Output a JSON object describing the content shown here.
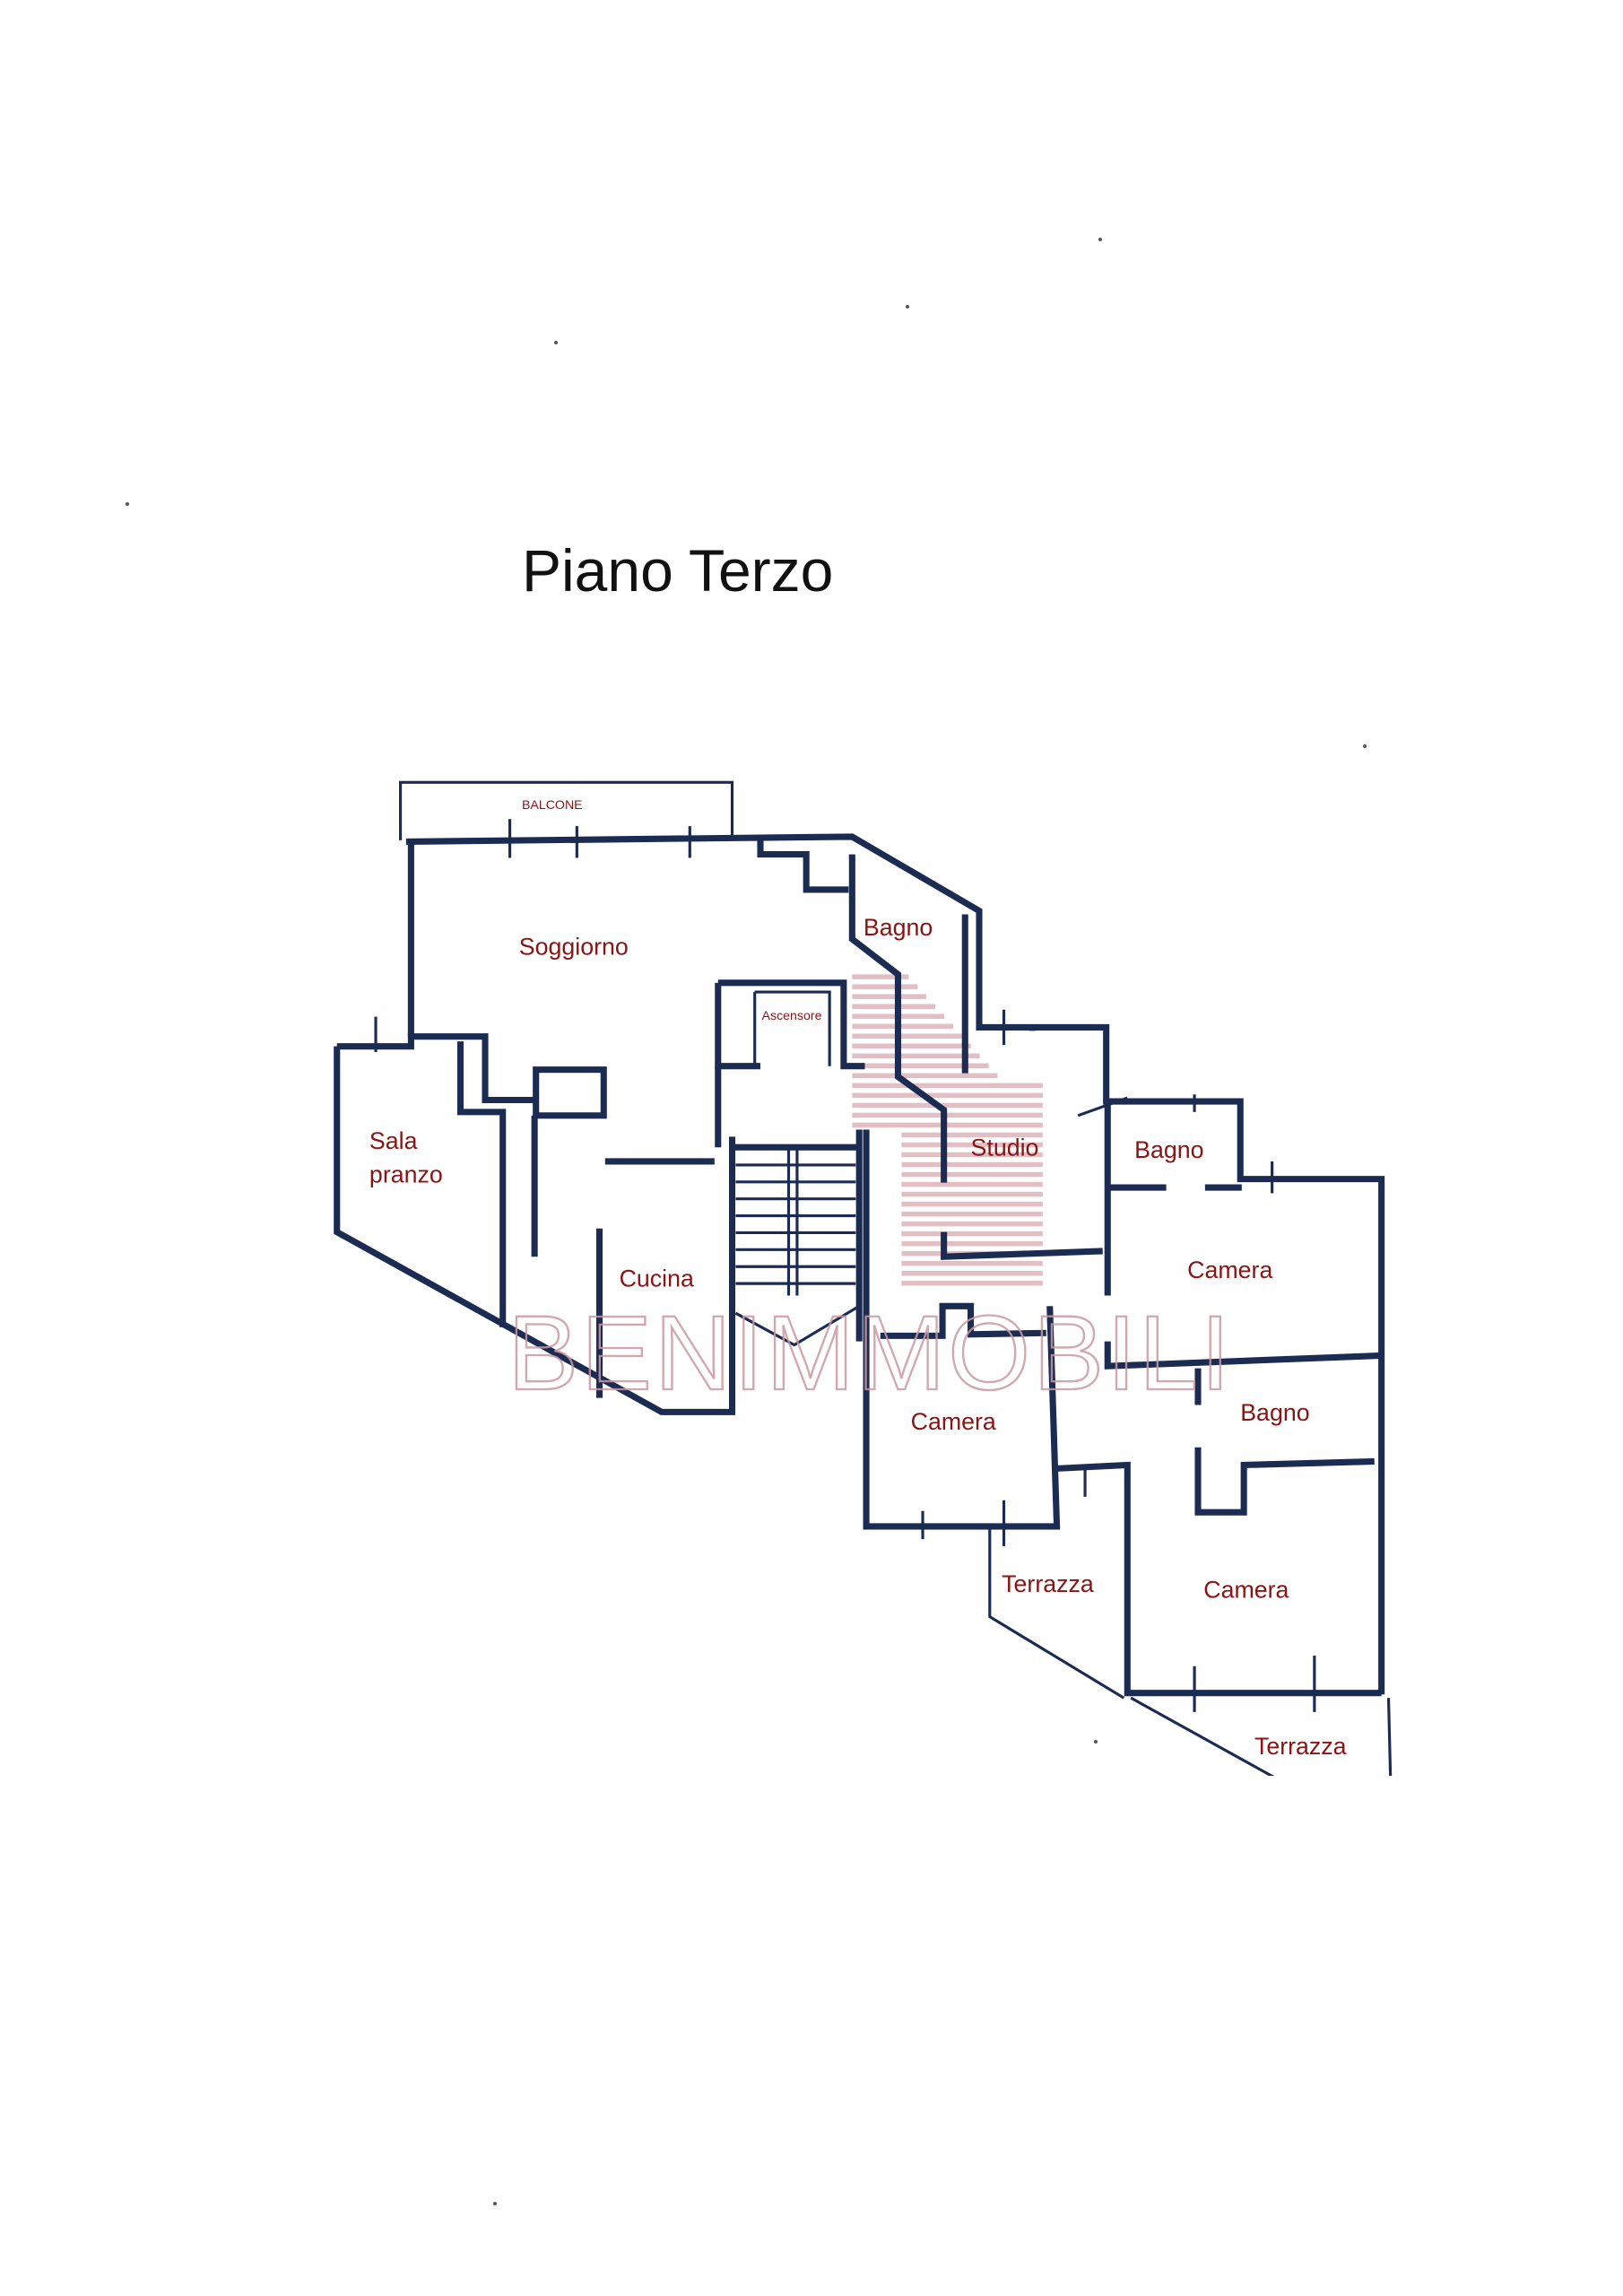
{
  "title": "Piano Terzo",
  "watermark": "BENIMMOBILI",
  "rooms": {
    "balcone": "BALCONE",
    "soggiorno": "Soggiorno",
    "bagno_1": "Bagno",
    "ascensore": "Ascensore",
    "sala_pranzo_1": "Sala",
    "sala_pranzo_2": "pranzo",
    "studio": "Studio",
    "bagno_2": "Bagno",
    "cucina": "Cucina",
    "camera_1": "Camera",
    "camera_2": "Camera",
    "bagno_3": "Bagno",
    "camera_3": "Camera",
    "terrazza_1": "Terrazza",
    "terrazza_2": "Terrazza"
  },
  "colors": {
    "walls": "#1b2b52",
    "labels": "#8a1414",
    "watermark": "#c99aa2"
  }
}
